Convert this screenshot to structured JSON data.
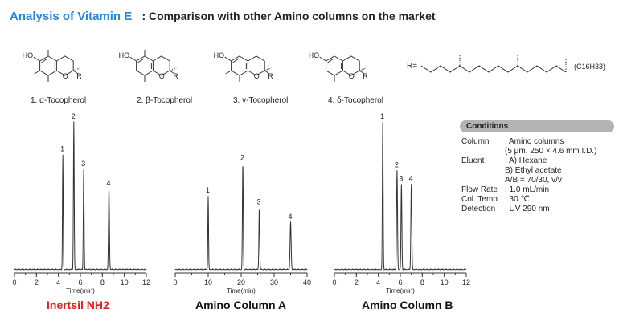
{
  "header": {
    "title": "Analysis of Vitamin E",
    "subtitle": ": Comparison with other Amino columns on the market"
  },
  "structures": [
    {
      "label": "1. α-Tocopherol"
    },
    {
      "label": "2. β-Tocopherol"
    },
    {
      "label": "3. γ-Tocopherol"
    },
    {
      "label": "4. δ-Tocopherol"
    }
  ],
  "structure_text": {
    "ho": "HO",
    "o": "O",
    "r": "R",
    "r_eq": "R=",
    "formula": "(C16H33)"
  },
  "conditions": {
    "title": "Conditions",
    "rows": [
      {
        "key": "Column",
        "value": ": Amino columns"
      },
      {
        "key": "",
        "value": "(5 μm, 250 × 4.6 mm I.D.)"
      },
      {
        "key": "Eluent",
        "value": ": A) Hexane"
      },
      {
        "key": "",
        "value": "B) Ethyl acetate"
      },
      {
        "key": "",
        "value": "A/B = 70/30, v/v"
      },
      {
        "key": "Flow Rate",
        "value": ": 1.0 mL/min"
      },
      {
        "key": "Col. Temp.",
        "value": ": 30 ℃"
      },
      {
        "key": "Detection",
        "value": ": UV 290 nm"
      }
    ]
  },
  "colors": {
    "title": "#2a86d6",
    "highlight_label": "#e02020",
    "trace": "#333333"
  },
  "chart_data": [
    {
      "type": "line",
      "label": "Inertsil NH2",
      "label_color": "#e02020",
      "xlabel": "Time(min)",
      "xlim": [
        0,
        12
      ],
      "xticks": [
        0,
        2,
        4,
        6,
        8,
        10,
        12
      ],
      "peaks": [
        {
          "id": "1",
          "x": 4.4,
          "height": 0.78,
          "width": 0.09
        },
        {
          "id": "2",
          "x": 5.4,
          "height": 1.0,
          "width": 0.1
        },
        {
          "id": "3",
          "x": 6.3,
          "height": 0.68,
          "width": 0.1
        },
        {
          "id": "4",
          "x": 8.6,
          "height": 0.55,
          "width": 0.12
        }
      ]
    },
    {
      "type": "line",
      "label": "Amino Column A",
      "label_color": "#111111",
      "xlabel": "Time(min)",
      "xlim": [
        0,
        40
      ],
      "xticks": [
        0,
        10,
        20,
        30,
        40
      ],
      "peaks": [
        {
          "id": "1",
          "x": 10.0,
          "height": 0.5,
          "width": 0.3
        },
        {
          "id": "2",
          "x": 20.5,
          "height": 0.72,
          "width": 0.35
        },
        {
          "id": "3",
          "x": 25.5,
          "height": 0.42,
          "width": 0.35
        },
        {
          "id": "4",
          "x": 35.0,
          "height": 0.32,
          "width": 0.45
        }
      ]
    },
    {
      "type": "line",
      "label": "Amino Column B",
      "label_color": "#111111",
      "xlabel": "Time(min)",
      "xlim": [
        0,
        12
      ],
      "xticks": [
        0,
        2,
        4,
        6,
        8,
        10,
        12
      ],
      "peaks": [
        {
          "id": "1",
          "x": 4.4,
          "height": 1.0,
          "width": 0.1
        },
        {
          "id": "2",
          "x": 5.7,
          "height": 0.67,
          "width": 0.12
        },
        {
          "id": "3",
          "x": 6.1,
          "height": 0.58,
          "width": 0.11
        },
        {
          "id": "4",
          "x": 7.0,
          "height": 0.58,
          "width": 0.12
        }
      ]
    }
  ]
}
